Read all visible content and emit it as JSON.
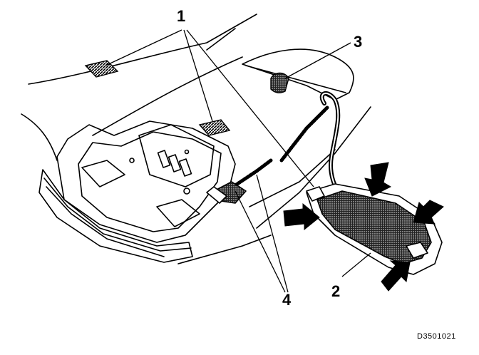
{
  "callouts": {
    "c1": "1",
    "c2": "2",
    "c3": "3",
    "c4": "4"
  },
  "doc_id": "D3501021",
  "colors": {
    "line": "#000000",
    "background": "#ffffff",
    "hatch": "#1a1a1a"
  }
}
